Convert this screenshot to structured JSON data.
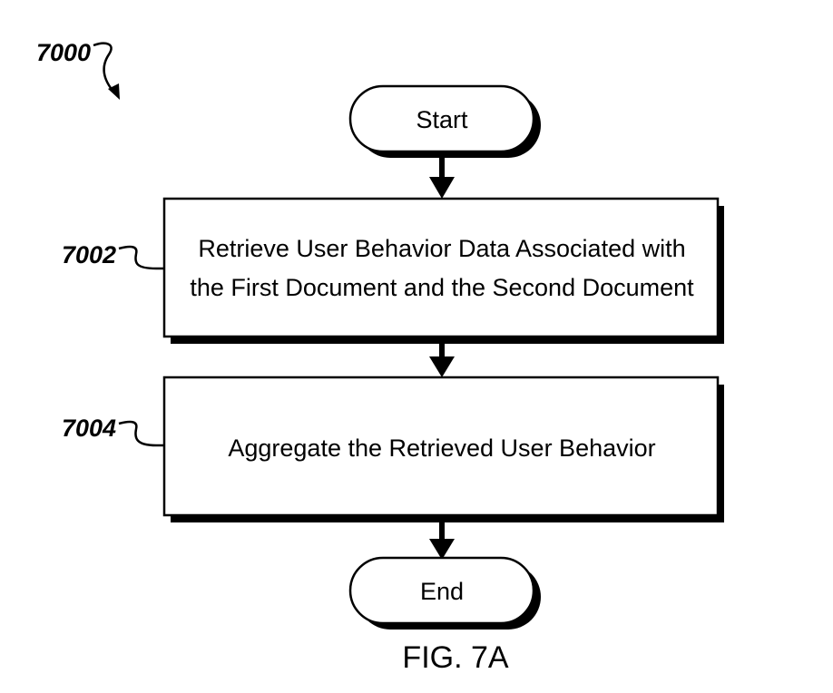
{
  "diagram_ref": "7000",
  "nodes": {
    "start": {
      "label": "Start"
    },
    "step1": {
      "ref": "7002",
      "lines": [
        "Retrieve User Behavior Data Associated with",
        "the First Document and the Second Document"
      ]
    },
    "step2": {
      "ref": "7004",
      "lines": [
        "Aggregate the Retrieved User Behavior"
      ]
    },
    "end": {
      "label": "End"
    }
  },
  "figure_caption": "FIG. 7A"
}
